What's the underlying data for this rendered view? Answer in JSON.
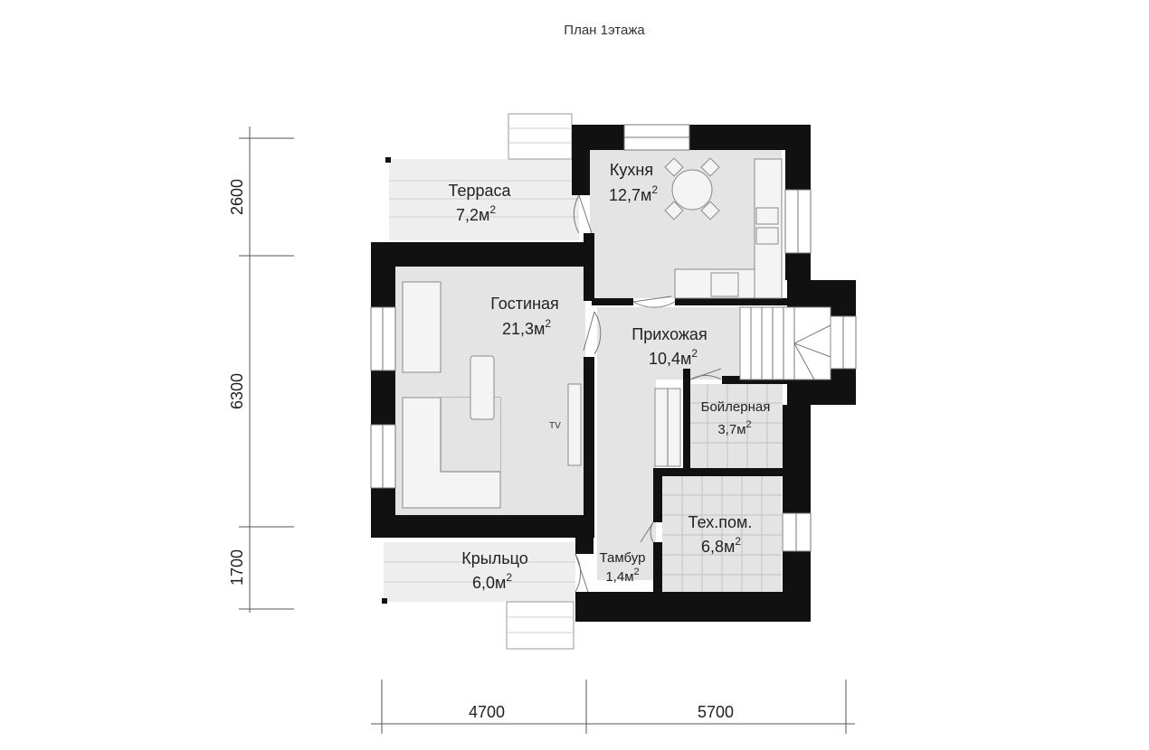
{
  "title": "План 1этажа",
  "rooms": {
    "terrace": {
      "name": "Терраса",
      "area": "7,2м",
      "unit_sup": "2"
    },
    "kitchen": {
      "name": "Кухня",
      "area": "12,7м",
      "unit_sup": "2"
    },
    "living": {
      "name": "Гостиная",
      "area": "21,3м",
      "unit_sup": "2"
    },
    "hall": {
      "name": "Прихожая",
      "area": "10,4м",
      "unit_sup": "2"
    },
    "boiler": {
      "name": "Бойлерная",
      "area": "3,7м",
      "unit_sup": "2"
    },
    "tech": {
      "name": "Тех.пом.",
      "area": "6,8м",
      "unit_sup": "2"
    },
    "porch": {
      "name": "Крыльцо",
      "area": "6,0м",
      "unit_sup": "2"
    },
    "vestibule": {
      "name": "Тамбур",
      "area": "1,4м",
      "unit_sup": "2"
    }
  },
  "labels": {
    "tv": "TV"
  },
  "dimensions": {
    "vertical": [
      "2600",
      "6300",
      "1700"
    ],
    "horizontal": [
      "4700",
      "5700"
    ]
  },
  "colors": {
    "wall": "#111111",
    "floor": "#e4e4e4",
    "deck": "#eeeeee"
  }
}
